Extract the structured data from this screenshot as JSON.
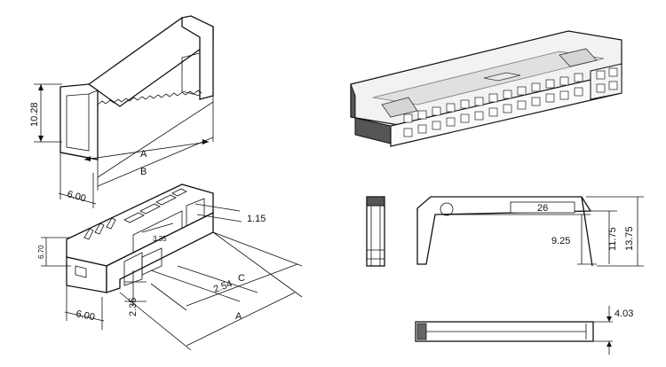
{
  "dims": {
    "height_top": "10.28",
    "label_a_top": "A",
    "label_b_top": "B",
    "width_top": "6.00",
    "height_bottom": "6.70",
    "width_bottom": "6.00",
    "d_115": "1.15",
    "d_335": "3.35",
    "d_254": "2.54",
    "d_235": "2.35",
    "label_c": "C",
    "label_a_bottom": "A",
    "pin_count": "26",
    "d_925": "9.25",
    "d_1175": "11.75",
    "d_1375": "13.75",
    "d_403": "4.03"
  }
}
